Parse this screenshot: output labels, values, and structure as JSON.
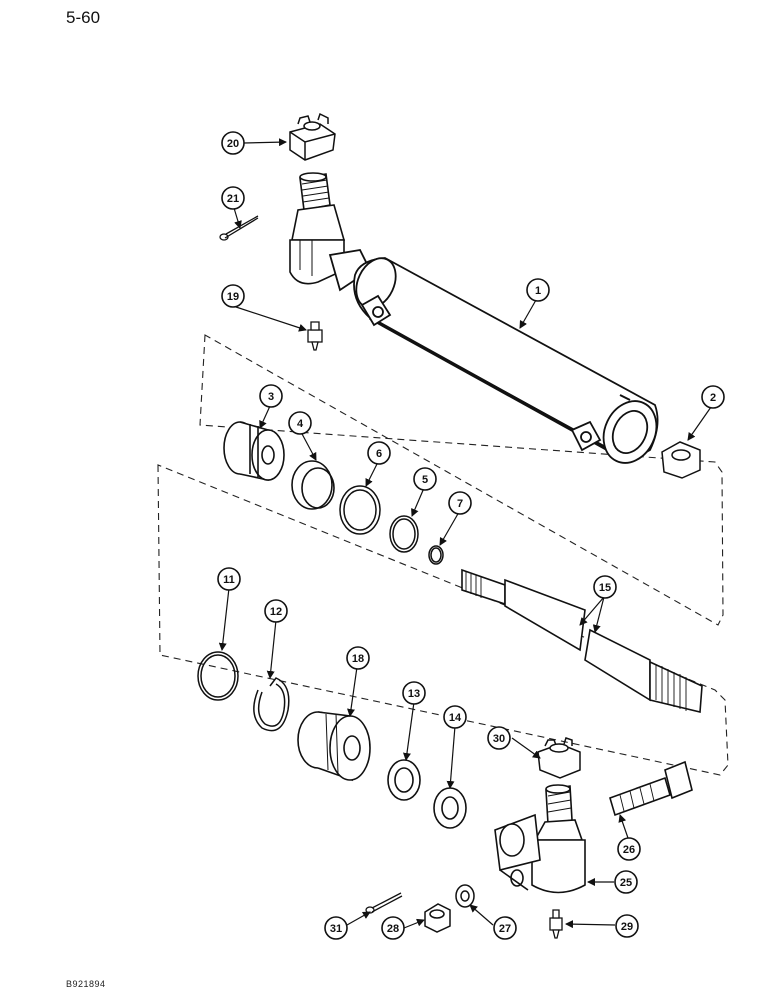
{
  "page_number": "5-60",
  "figure_code": "B921894",
  "callouts": [
    "20",
    "21",
    "19",
    "1",
    "2",
    "3",
    "4",
    "6",
    "5",
    "7",
    "15",
    "11",
    "12",
    "18",
    "13",
    "14",
    "30",
    "26",
    "25",
    "31",
    "28",
    "27",
    "29"
  ]
}
